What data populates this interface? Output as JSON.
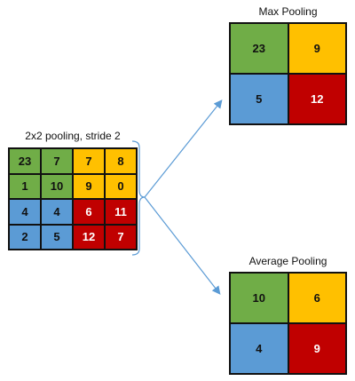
{
  "input": {
    "title": "2x2 pooling, stride 2",
    "cells": [
      [
        {
          "v": "23",
          "c": "#70ad47"
        },
        {
          "v": "7",
          "c": "#70ad47"
        },
        {
          "v": "7",
          "c": "#ffc000"
        },
        {
          "v": "8",
          "c": "#ffc000"
        }
      ],
      [
        {
          "v": "1",
          "c": "#70ad47"
        },
        {
          "v": "10",
          "c": "#70ad47"
        },
        {
          "v": "9",
          "c": "#ffc000"
        },
        {
          "v": "0",
          "c": "#ffc000"
        }
      ],
      [
        {
          "v": "4",
          "c": "#5b9bd5"
        },
        {
          "v": "4",
          "c": "#5b9bd5"
        },
        {
          "v": "6",
          "c": "#c00000"
        },
        {
          "v": "11",
          "c": "#c00000"
        }
      ],
      [
        {
          "v": "2",
          "c": "#5b9bd5"
        },
        {
          "v": "5",
          "c": "#5b9bd5"
        },
        {
          "v": "12",
          "c": "#c00000"
        },
        {
          "v": "7",
          "c": "#c00000"
        }
      ]
    ]
  },
  "max_pooling": {
    "title": "Max Pooling",
    "cells": [
      [
        {
          "v": "23",
          "c": "#70ad47"
        },
        {
          "v": "9",
          "c": "#ffc000"
        }
      ],
      [
        {
          "v": "5",
          "c": "#5b9bd5"
        },
        {
          "v": "12",
          "c": "#c00000"
        }
      ]
    ]
  },
  "average_pooling": {
    "title": "Average Pooling",
    "cells": [
      [
        {
          "v": "10",
          "c": "#70ad47"
        },
        {
          "v": "6",
          "c": "#ffc000"
        }
      ],
      [
        {
          "v": "4",
          "c": "#5b9bd5"
        },
        {
          "v": "9",
          "c": "#c00000"
        }
      ]
    ]
  },
  "colors": {
    "green": "#70ad47",
    "yellow": "#ffc000",
    "blue": "#5b9bd5",
    "red": "#c00000",
    "arrow": "#5b9bd5"
  }
}
